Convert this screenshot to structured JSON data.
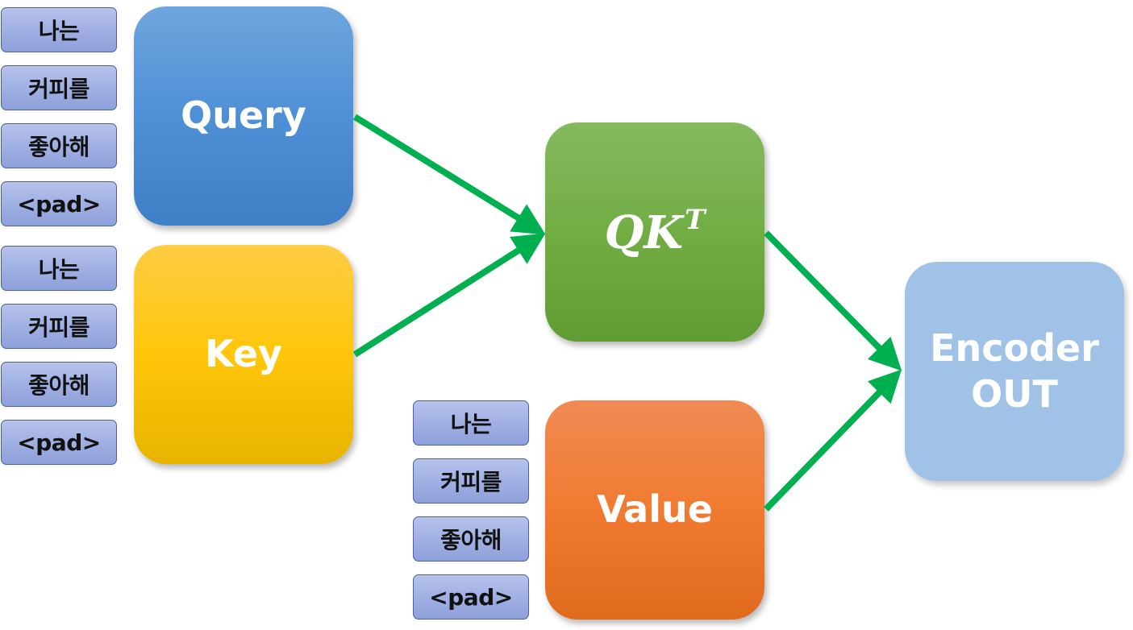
{
  "query_tokens": [
    "나는",
    "커피를",
    "좋아해",
    "<pad>"
  ],
  "key_tokens": [
    "나는",
    "커피를",
    "좋아해",
    "<pad>"
  ],
  "value_tokens": [
    "나는",
    "커피를",
    "좋아해",
    "<pad>"
  ],
  "blocks": {
    "query": "Query",
    "key": "Key",
    "qk_base": "QK",
    "qk_sup": "T",
    "value": "Value",
    "encoder_line1": "Encoder",
    "encoder_line2": "OUT"
  },
  "colors": {
    "query": "#4f8fd6",
    "key": "#ffc60a",
    "qk": "#72ad44",
    "value": "#f07b30",
    "encoder": "#a0c2e6",
    "token_fill": "#a3b2e4",
    "arrow": "#00b050"
  }
}
